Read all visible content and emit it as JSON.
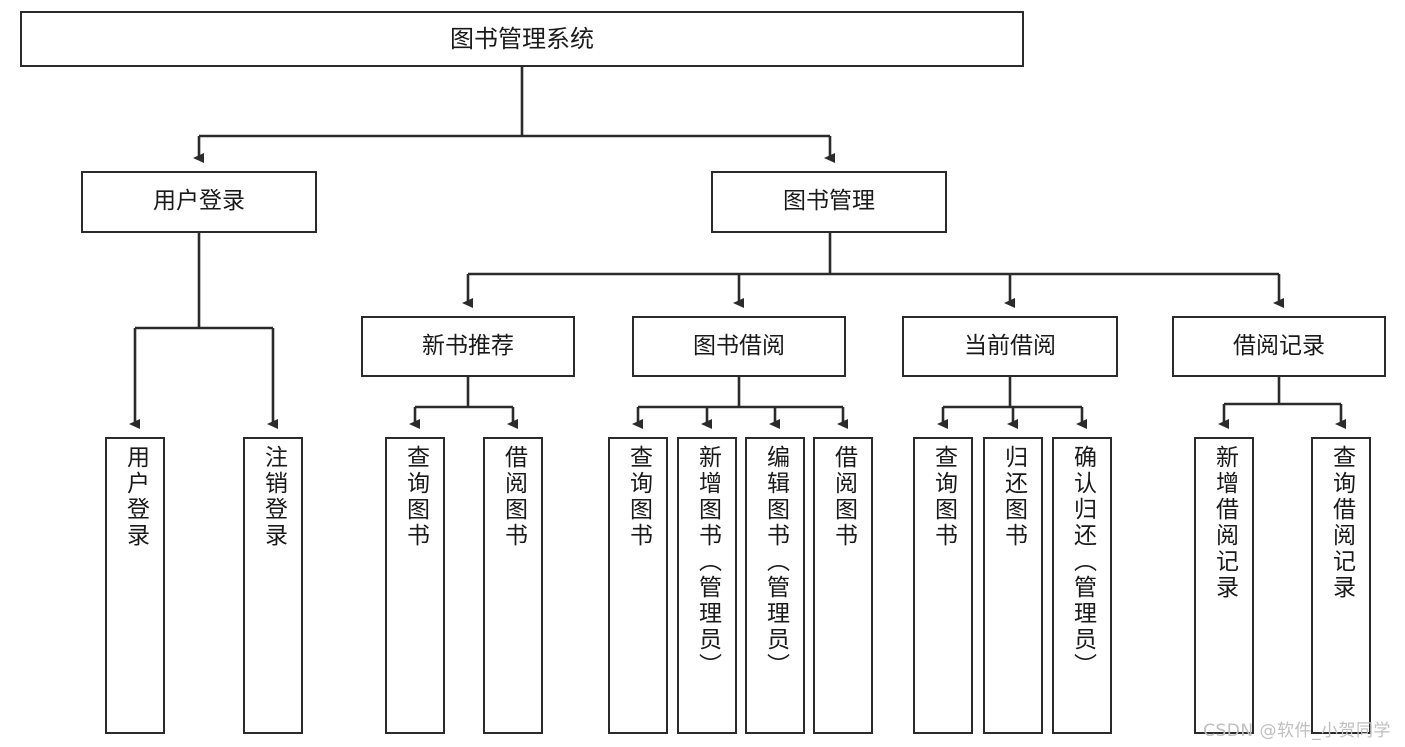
{
  "diagram": {
    "title": "图书管理系统",
    "type": "tree-hierarchy",
    "orientation": "top-down",
    "colors": {
      "box_border": "#2b2b2b",
      "box_fill": "#ffffff",
      "edge": "#2b2b2b",
      "text": "#1a1a1a",
      "background": "#ffffff",
      "watermark": "#bfbfbf"
    },
    "nodes": {
      "root": {
        "label": "图书管理系统"
      },
      "level1": [
        {
          "label": "用户登录"
        },
        {
          "label": "图书管理"
        }
      ],
      "level2": [
        {
          "label": "新书推荐"
        },
        {
          "label": "图书借阅"
        },
        {
          "label": "当前借阅"
        },
        {
          "label": "借阅记录"
        }
      ],
      "leaves": {
        "user_login": [
          {
            "label": "用户登录"
          },
          {
            "label": "注销登录"
          }
        ],
        "new_book_recommend": [
          {
            "label": "查询图书"
          },
          {
            "label": "借阅图书"
          }
        ],
        "book_borrow": [
          {
            "label": "查询图书"
          },
          {
            "label": "新增图书（管理员）"
          },
          {
            "label": "编辑图书（管理员）"
          },
          {
            "label": "借阅图书"
          }
        ],
        "current_borrow": [
          {
            "label": "查询图书"
          },
          {
            "label": "归还图书"
          },
          {
            "label": "确认归还（管理员）"
          }
        ],
        "borrow_record": [
          {
            "label": "新增借阅记录"
          },
          {
            "label": "查询借阅记录"
          }
        ]
      }
    },
    "watermark": "CSDN @软件_小贺同学"
  }
}
